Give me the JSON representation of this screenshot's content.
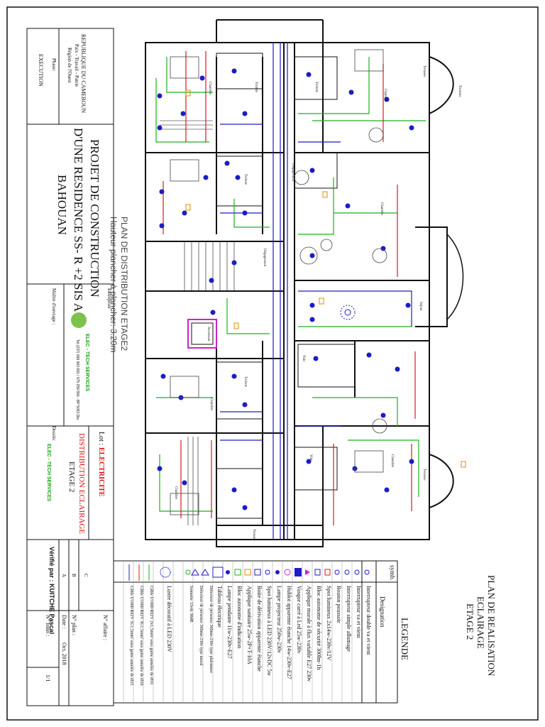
{
  "title_block": {
    "republic": "REPUBLIQUE DU CAMEROUN",
    "motto": "Paix - Travail - Patrie",
    "region": "Région de l'Ouest",
    "phase_label": "Phase:",
    "phase_value": "EXECUTION",
    "project_title_line1": "PROJET DE CONSTRUCTION",
    "project_title_line2": "D'UNE RESIDENCE SS- R +2 SIS A",
    "project_title_line3": "BAHOUAN",
    "owner_label": "Maître d'ouvrage :",
    "company_label": "Entreprise",
    "company_name": "ELEC - TECH SERVICES",
    "company_details": "Tel:(237) 699 963 681 / 675 259 556 - BP 5063 Dla",
    "lot_label": "Lot :",
    "lot_value": "ELECTRICITE",
    "drawing_title": "DISTRIBUTION ECLAIRAGE",
    "drawing_level": "ETAGE 2",
    "drawn_label": "Dessin:",
    "drawn_value": "ELEC - TECH SERVICES",
    "revisions": [
      "C",
      "B",
      "A"
    ],
    "checked_label": "Vérifié par :",
    "checked_value": "KUITCHE Pascal",
    "affaire_label": "N° affaire :",
    "plan_label": "N° plan :",
    "date_label": "Date :",
    "date_value": "Oct. 2018",
    "folio_label": "N° folio :",
    "folio_value": "1/1"
  },
  "plan": {
    "title": "PLAN DE DISTRIBUTION ETAGE2",
    "subtitle": "Hauteur plancher à plancher: 3.20m",
    "room_labels": [
      "Terrasse",
      "Chambre",
      "Toilette",
      "Toilette",
      "Chambre",
      "Terrasse",
      "Dégagement",
      "Dégagement",
      "Séjour",
      "Chambre",
      "Toilette",
      "Toilette",
      "Chambre",
      "Terrasse",
      "Terrasse",
      "Ascenseur",
      "Vide",
      "Vide",
      "Chambre",
      "Chambre"
    ]
  },
  "legend_block": {
    "plan_title_line1": "PLAN DE REALISATION",
    "plan_title_line2": "ECLAIRAGE",
    "plan_title_line3": "ETAGE 2",
    "legend_title": "LEGENDE",
    "symbol_header": "symb.",
    "designation_header": "Designation",
    "items": [
      "Interrupteur double va et vient",
      "Interrupteur va et vient",
      "Interrupteur simple allumage",
      "Bouton poussoir",
      "Spot lumineux 2x14w-230v/12V",
      "Bloc autonome de sécurité 300lm-1h",
      "Applique murale à flux variable E27 230v",
      "Vasque carré à Led  25w-230v",
      "Hublot apparente étanche 14w-230v-E27",
      "Lampe projecteur 250w-230v",
      "Spot lumineux à LED 230V/12vDC 5w",
      "Boite de dérivation apparente étanche",
      "Applique sanitaire 25w-2P+T-10A",
      "Bloc autonome d'indication",
      "Lampe pendante 11w-230v-E27",
      "Tableau électrique",
      "Détecteur de présence 360mn-230v type plafonnier",
      "Détecteur de présence 360mn-230v type mural",
      "Sonnette 12vdc 90dB",
      "Lustre décoratif à LED 230V",
      "Câble U1000 R02V 2x1,5mm² sous gaine annelée de Ø16",
      "Câble U1000 R02V 3G1,5mm² sous gaine annelée de Ø20",
      "Câble U1000 R02V 5G1,5mm² sous gaine annelée de Ø25"
    ]
  },
  "colors": {
    "wall": "#111111",
    "circuit_blue": "#1c1cc8",
    "circuit_green": "#19b319",
    "circuit_red": "#e01818",
    "pink_device": "#cc22cc",
    "logo_green": "#7cc24c"
  }
}
